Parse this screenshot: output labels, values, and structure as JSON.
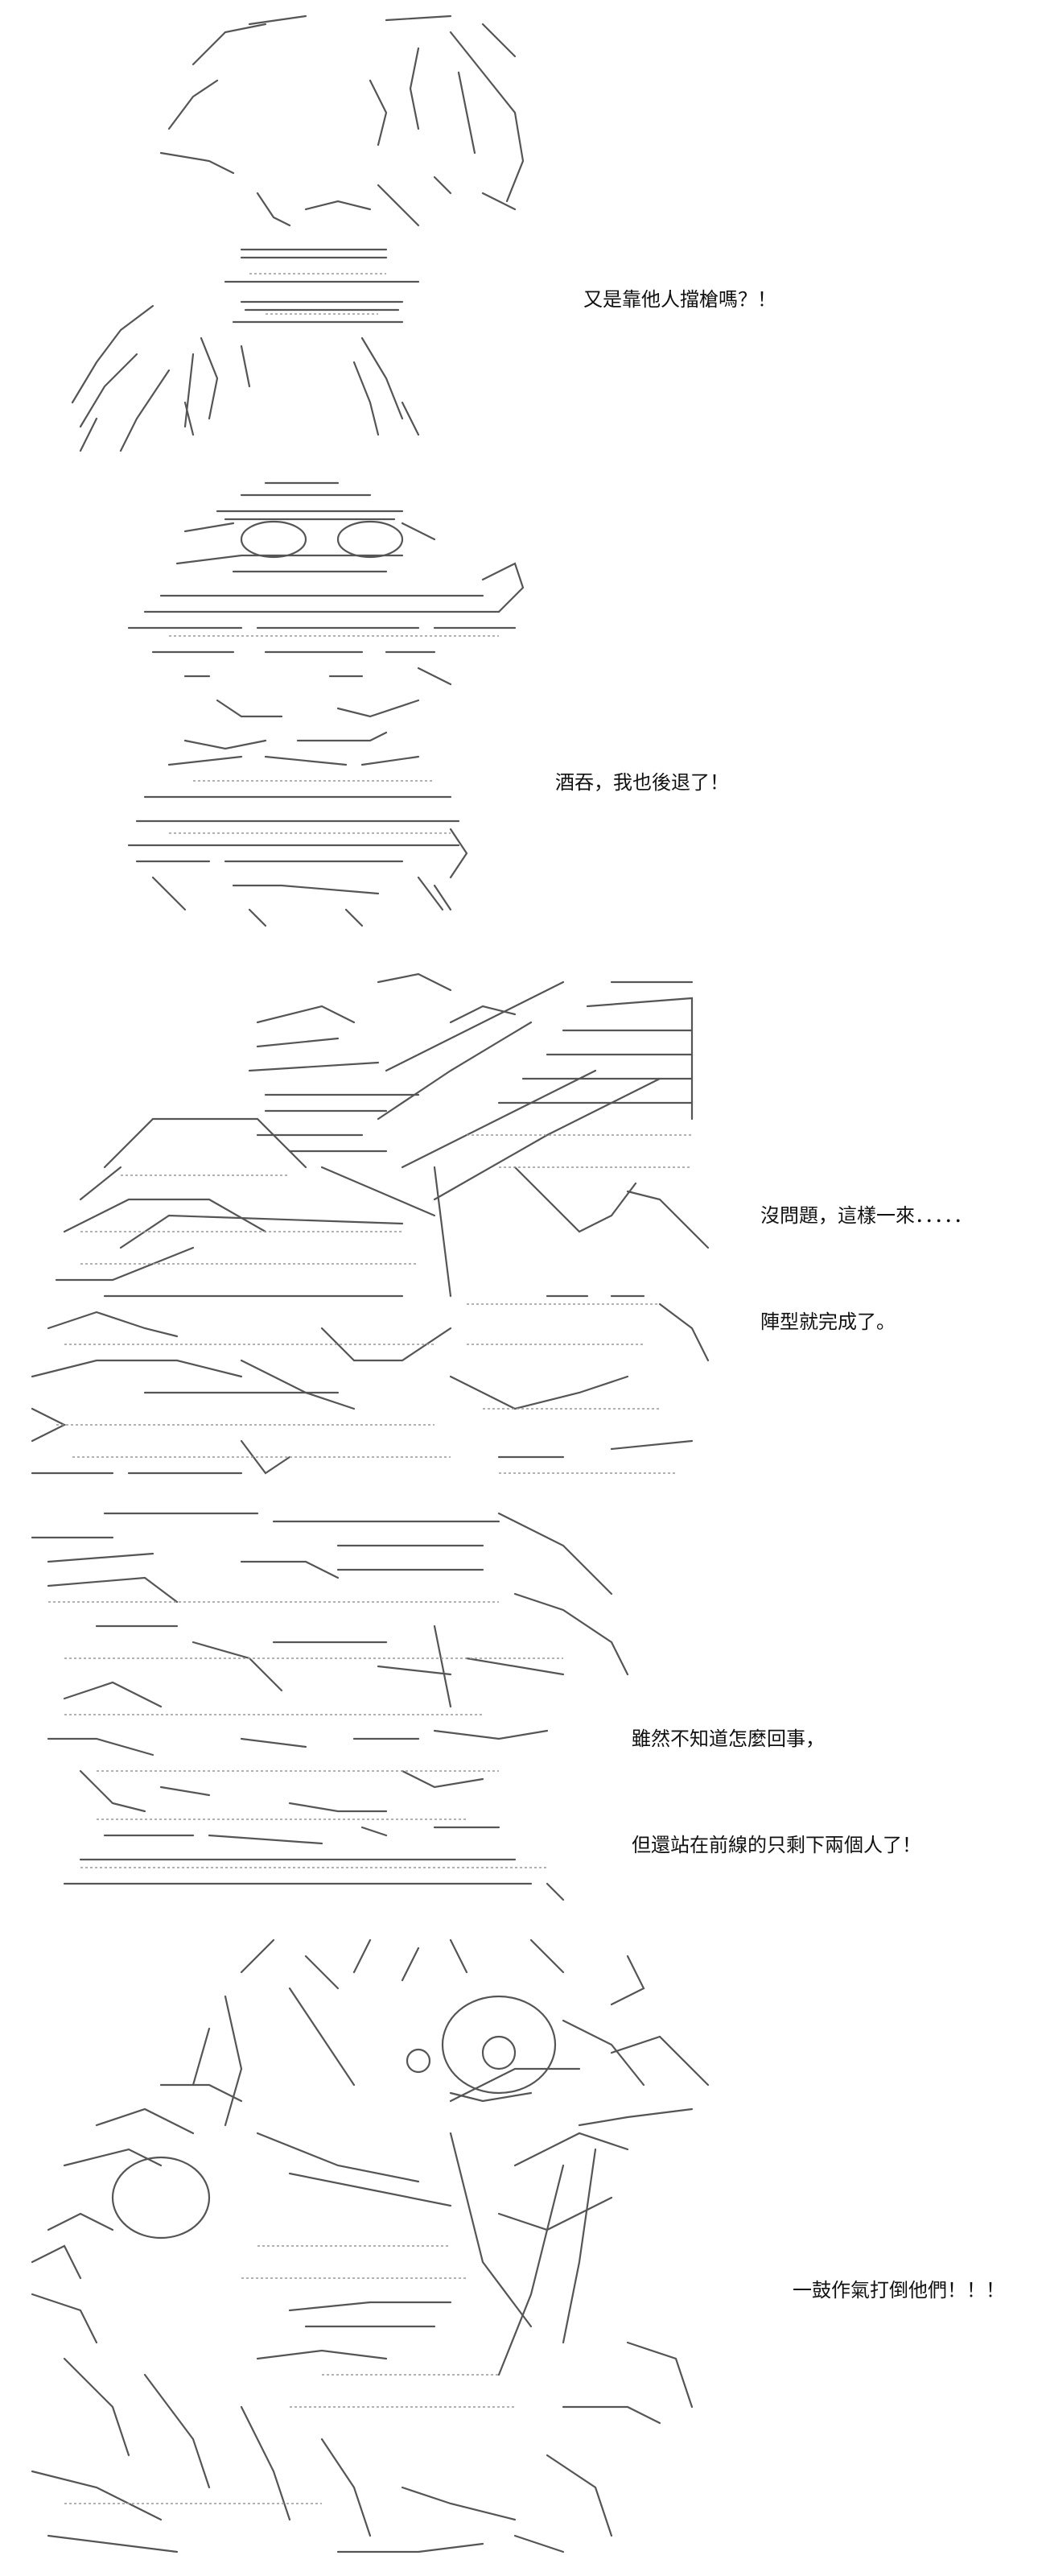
{
  "panels": [
    {
      "lines": [
        "又是靠他人擋槍嗎？！"
      ],
      "art_icon": "ascii-art-scarf-character"
    },
    {
      "lines": [
        "酒吞，我也後退了！"
      ],
      "art_icon": "ascii-art-horned-character"
    },
    {
      "lines": [
        "沒問題，這樣一來．．．．．",
        "陣型就完成了。"
      ],
      "art_icon": "ascii-art-crouched-character"
    },
    {
      "lines": [
        "雖然不知道怎麼回事，",
        "但還站在前線的只剩下兩個人了！"
      ],
      "art_icon": "ascii-art-fallen-character"
    },
    {
      "lines": [
        "一鼓作氣打倒他們！！！"
      ],
      "art_icon": "ascii-art-battle-characters"
    }
  ],
  "colors": {
    "text": "#111111",
    "art": "#666666",
    "background": "#ffffff"
  }
}
